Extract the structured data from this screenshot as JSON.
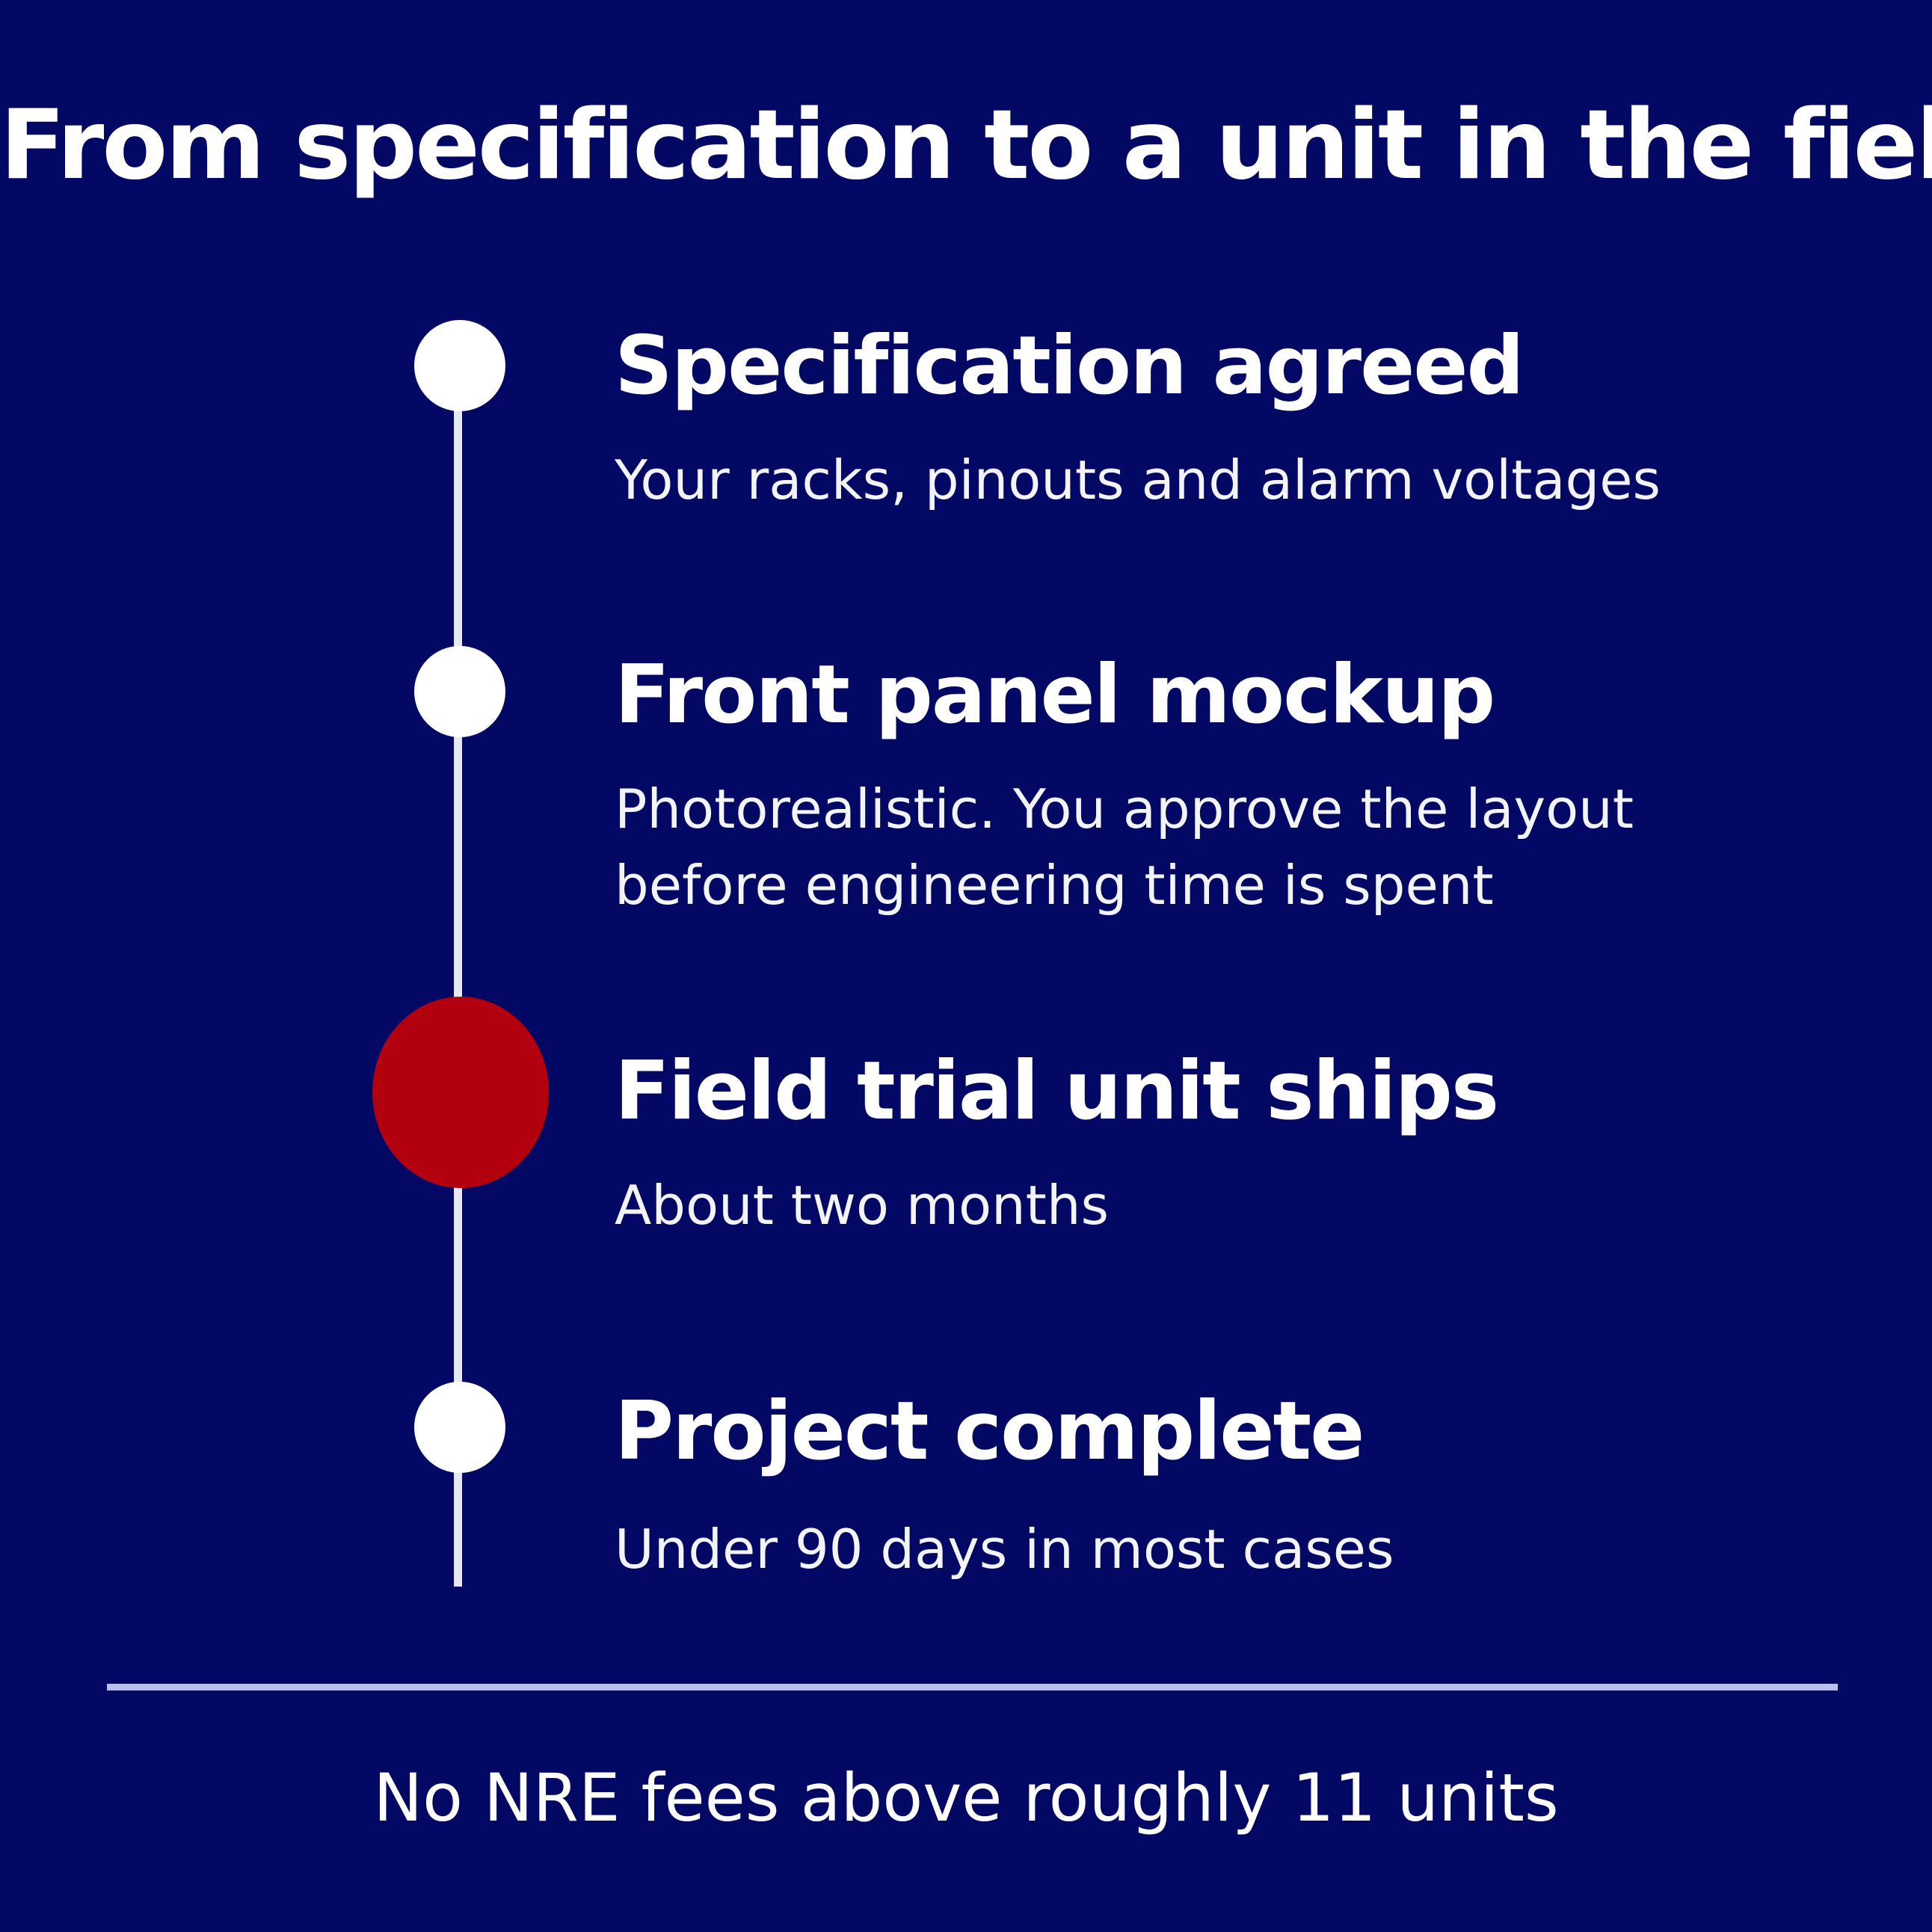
{
  "title": "From specification to a unit in the field",
  "steps": [
    {
      "title": "Specification agreed",
      "description": [
        "Your racks, pinouts and alarm voltages"
      ],
      "active": false
    },
    {
      "title": "Front panel mockup",
      "description": [
        "Photorealistic. You approve the layout",
        "before engineering time is spent"
      ],
      "active": false
    },
    {
      "title": "Field trial unit ships",
      "description": [
        "About two months"
      ],
      "active": true
    },
    {
      "title": "Project complete",
      "description": [
        "Under 90 days in most cases"
      ],
      "active": false
    }
  ],
  "footer": "No NRE fees above roughly 11 units",
  "colors": {
    "background": "#020864",
    "active_marker": "#b3000e",
    "marker": "#ffffff",
    "text": "#ffffff",
    "divider": "#b9c0f0"
  }
}
